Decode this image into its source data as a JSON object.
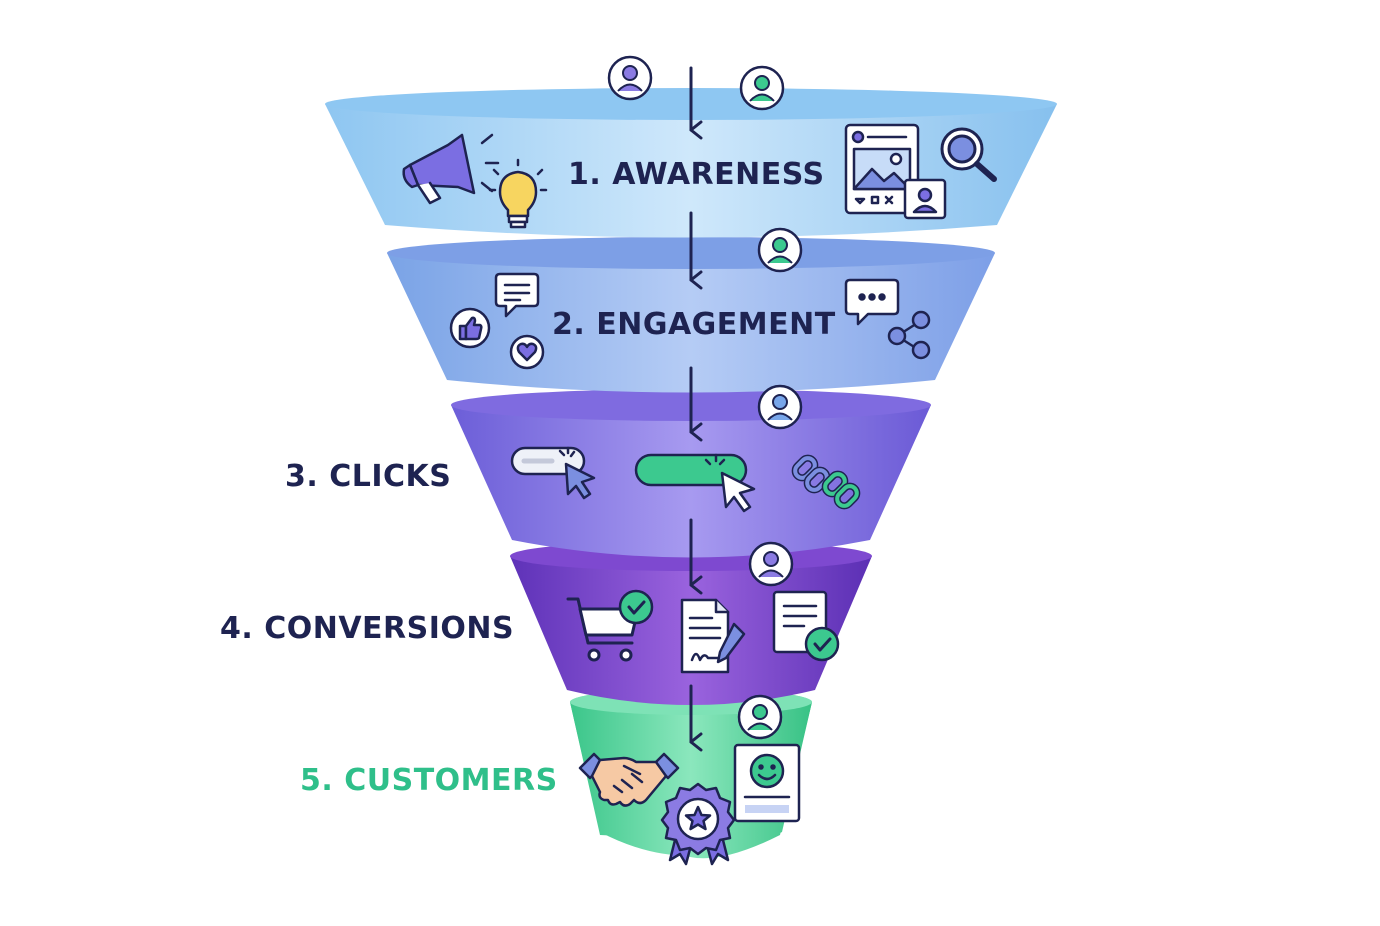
{
  "funnel": {
    "stages": [
      {
        "label": "1. AWARENESS",
        "color": "#1e2351"
      },
      {
        "label": "2. ENGAGEMENT",
        "color": "#1e2351"
      },
      {
        "label": "3. CLICKS",
        "color": "#1e2351"
      },
      {
        "label": "4. CONVERSIONS",
        "color": "#1e2351"
      },
      {
        "label": "5. CUSTOMERS",
        "color": "#2fbf8a"
      }
    ],
    "icons": {
      "awareness": [
        "megaphone-icon",
        "lightbulb-icon",
        "social-post-icon",
        "profile-card-icon",
        "magnifier-icon"
      ],
      "engagement": [
        "thumbs-up-icon",
        "chat-bubble-icon",
        "heart-icon",
        "ellipsis-chat-icon",
        "share-icon"
      ],
      "clicks": [
        "button-click-icon",
        "button-click-icon",
        "link-chain-icon"
      ],
      "conversions": [
        "shopping-cart-check-icon",
        "signed-document-icon",
        "approved-document-icon"
      ],
      "customers": [
        "handshake-icon",
        "award-ribbon-icon",
        "smiley-review-card-icon"
      ]
    },
    "colors": {
      "awareness": "#9fd0f3",
      "engagement": "#8fb0ec",
      "clicks": "#8a78e2",
      "conversions": "#7a47c9",
      "customers": "#55d39b",
      "ink": "#1e2351",
      "accent_green": "#3cc98f"
    }
  }
}
